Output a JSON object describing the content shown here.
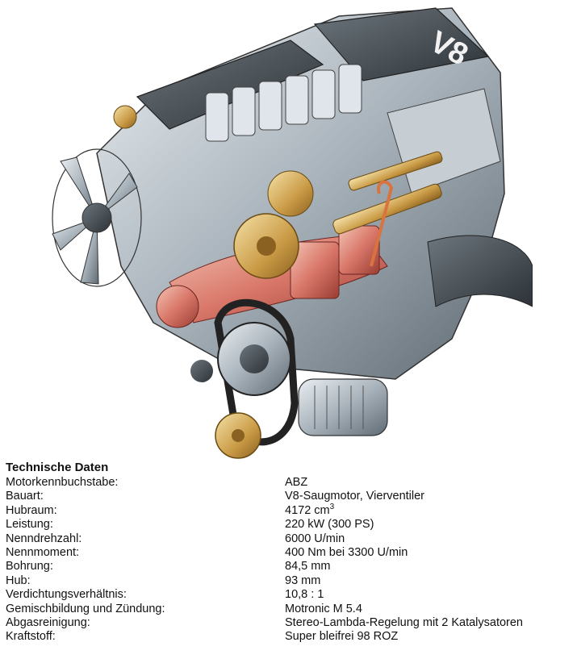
{
  "figure": {
    "engine_badge": "V8",
    "description_icon": "engine-cutaway-icon"
  },
  "specs": {
    "title": "Technische Daten",
    "rows": [
      {
        "label": "Motorkennbuchstabe:",
        "value": "ABZ"
      },
      {
        "label": "Bauart:",
        "value": "V8-Saugmotor, Vierventiler"
      },
      {
        "label": "Hubraum:",
        "value": "4172 cm",
        "sup": "3"
      },
      {
        "label": "Leistung:",
        "value": "220 kW (300 PS)"
      },
      {
        "label": "Nenndrehzahl:",
        "value": "6000 U/min"
      },
      {
        "label": "Nennmoment:",
        "value": "400 Nm bei 3300 U/min"
      },
      {
        "label": "Bohrung:",
        "value": "84,5 mm"
      },
      {
        "label": "Hub:",
        "value": "93 mm"
      },
      {
        "label": "Verdichtungsverhältnis:",
        "value": "10,8 : 1"
      },
      {
        "label": "Gemischbildung und Zündung:",
        "value": "Motronic M 5.4"
      },
      {
        "label": "Abgasreinigung:",
        "value": "Stereo-Lambda-Regelung mit 2 Katalysatoren"
      },
      {
        "label": "Kraftstoff:",
        "value": "Super bleifrei 98 ROZ"
      }
    ]
  }
}
